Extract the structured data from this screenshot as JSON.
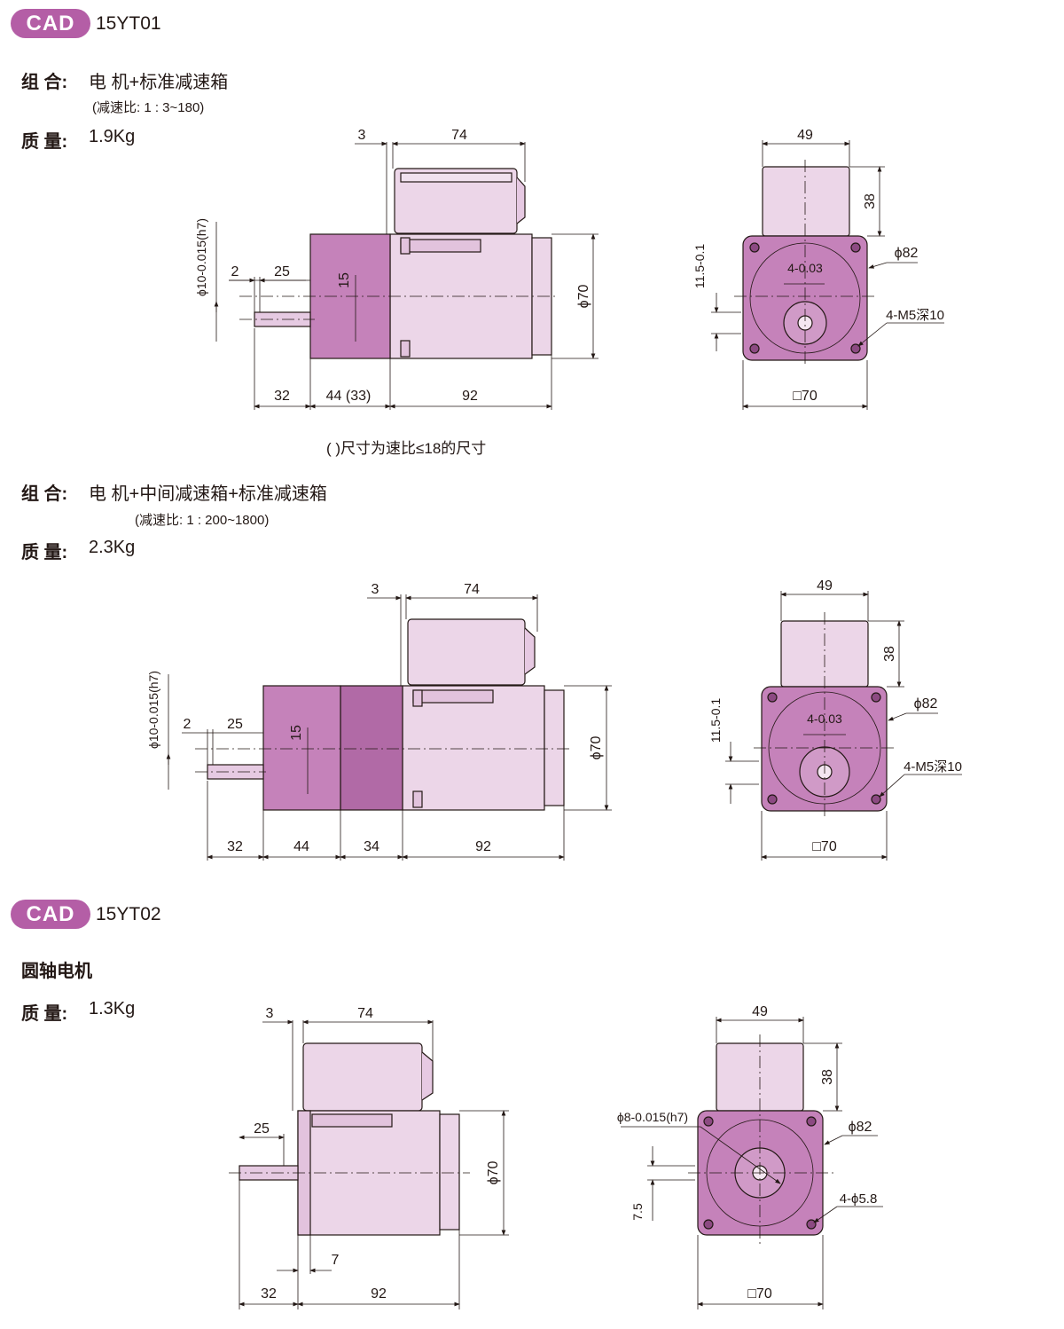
{
  "sections": [
    {
      "badge": "CAD",
      "model": "15YT01",
      "combos": [
        {
          "combo_label": "组 合:",
          "combo_value": "电 机+标准减速箱",
          "ratio": "(减速比: 1 : 3~180)",
          "weight_label": "质 量:",
          "weight_value": "1.9Kg",
          "note": "( )尺寸为速比≤18的尺寸",
          "side_dims": [
            "3",
            "74",
            "2",
            "25",
            "15",
            "ϕ70",
            "32",
            "44 (33)",
            "92"
          ],
          "shaft_tol": "ϕ10-0.015(h7)",
          "front_dims": [
            "49",
            "38",
            "ϕ82",
            "4-0.03",
            "11.5-0.1",
            "4-M5深10",
            "□70"
          ]
        },
        {
          "combo_label": "组 合:",
          "combo_value": "电 机+中间减速箱+标准减速箱",
          "ratio": "(减速比: 1 : 200~1800)",
          "weight_label": "质 量:",
          "weight_value": "2.3Kg",
          "side_dims": [
            "3",
            "74",
            "2",
            "25",
            "15",
            "ϕ70",
            "32",
            "44",
            "34",
            "92"
          ],
          "shaft_tol": "ϕ10-0.015(h7)",
          "front_dims": [
            "49",
            "38",
            "ϕ82",
            "4-0.03",
            "11.5-0.1",
            "4-M5深10",
            "□70"
          ]
        }
      ]
    },
    {
      "badge": "CAD",
      "model": "15YT02",
      "title": "圆轴电机",
      "weight_label": "质 量:",
      "weight_value": "1.3Kg",
      "side_dims": [
        "3",
        "74",
        "25",
        "ϕ70",
        "7",
        "32",
        "92"
      ],
      "front_dims": [
        "49",
        "38",
        "ϕ8-0.015(h7)",
        "ϕ82",
        "7.5",
        "4-ϕ5.8",
        "□70"
      ]
    }
  ],
  "colors": {
    "badge": "#b45ea6",
    "gearbox": "#c582ba",
    "gearbox_dark": "#b16aa6",
    "motor": "#ecd6e8",
    "terminal_box": "#e9d1e5",
    "line": "#231815"
  }
}
